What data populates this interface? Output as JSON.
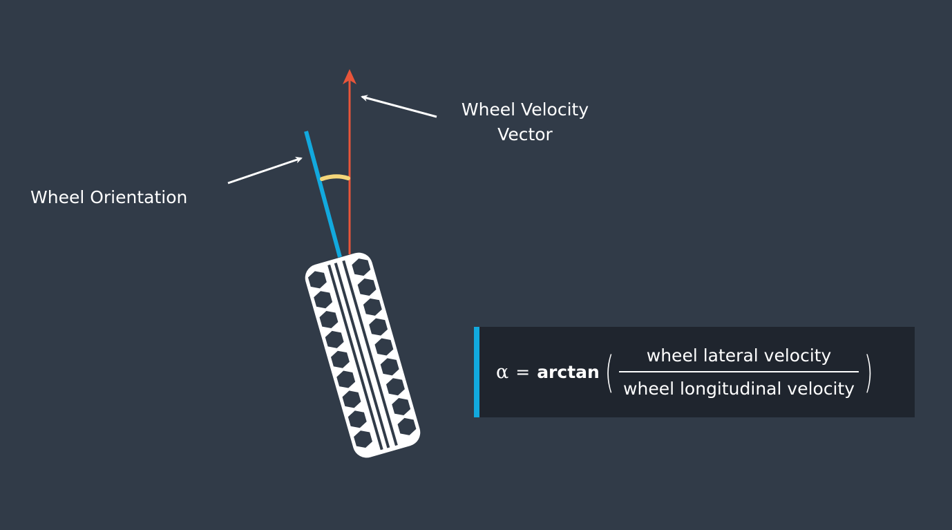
{
  "labels": {
    "wheel_orientation": "Wheel Orientation",
    "wheel_velocity_line1": "Wheel Velocity",
    "wheel_velocity_line2": "Vector"
  },
  "formula": {
    "symbol": "α",
    "equals": "=",
    "function": "arctan",
    "left_paren": "(",
    "right_paren": ")",
    "numerator": "wheel lateral velocity",
    "denominator": "wheel longitudinal velocity"
  },
  "colors": {
    "background": "#313b48",
    "orientation_line": "#12a9de",
    "velocity_vector": "#e8553a",
    "slip_angle_arc": "#f4d67a",
    "tire": "#ffffff",
    "formula_box": "#1f252e",
    "formula_accent": "#12a9de"
  }
}
